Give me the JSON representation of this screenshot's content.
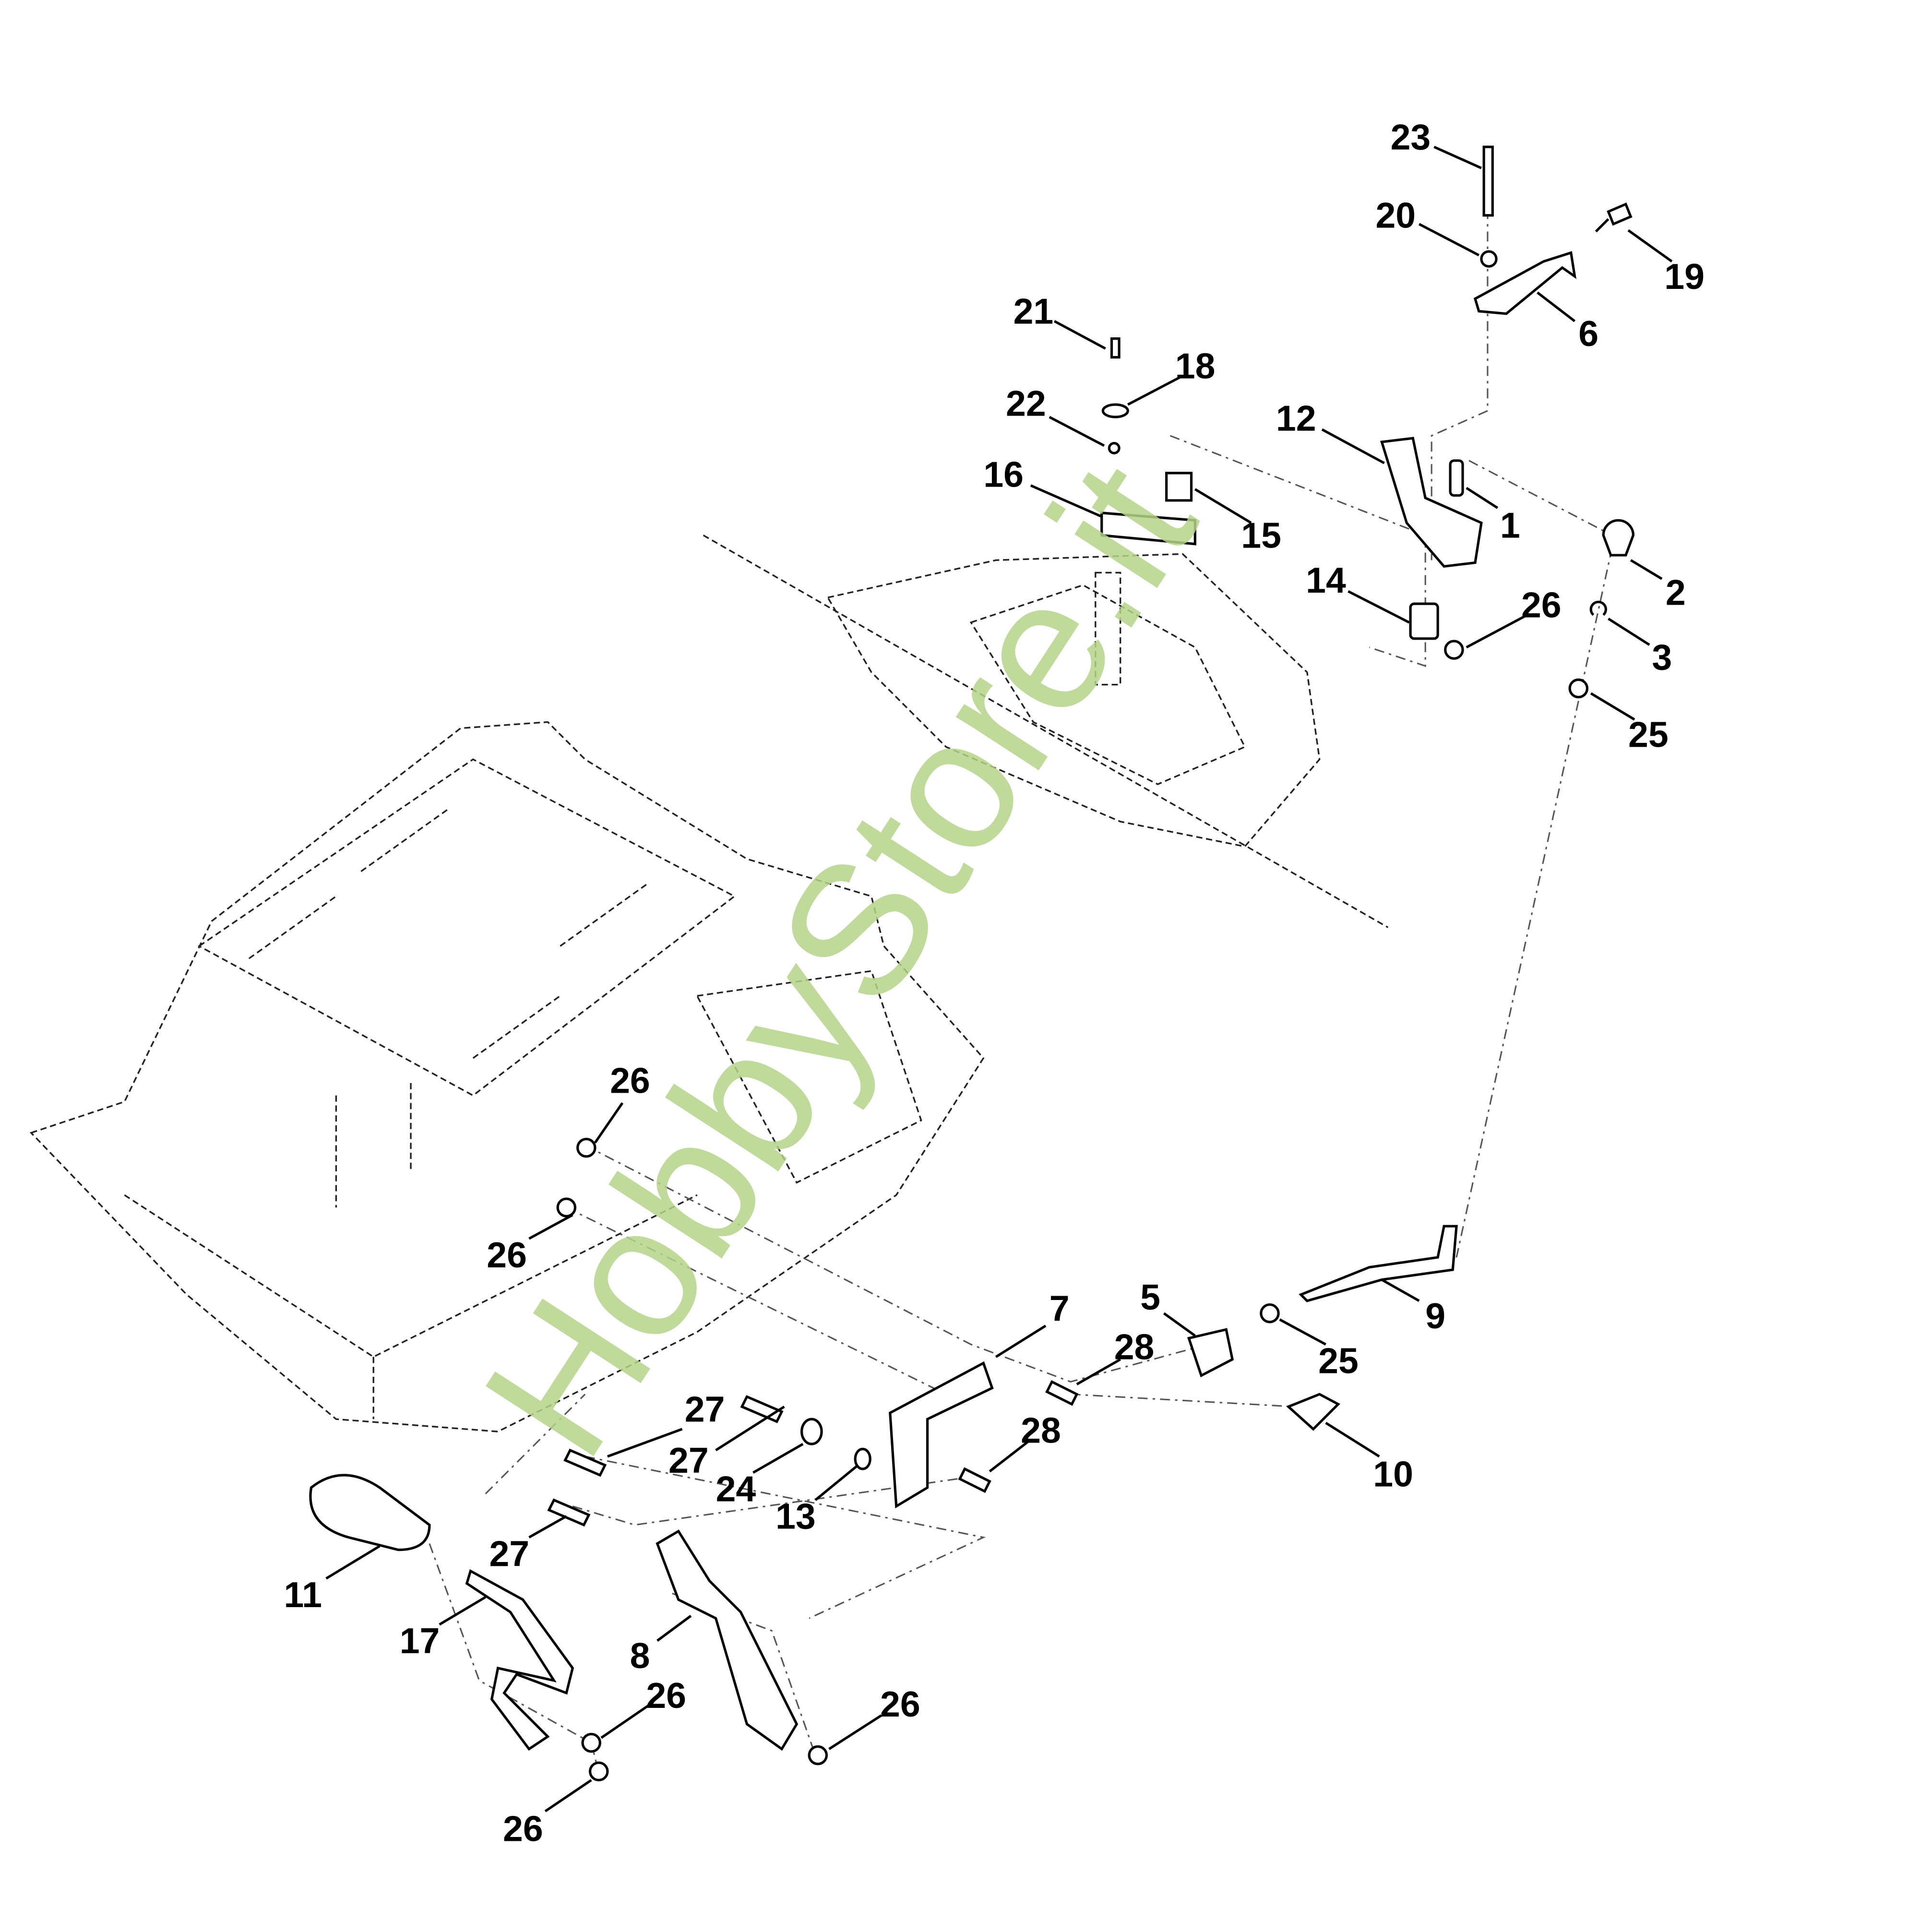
{
  "watermark": "HobbyStore.it",
  "labels": [
    "23",
    "20",
    "19",
    "6",
    "21",
    "18",
    "22",
    "12",
    "16",
    "15",
    "1",
    "2",
    "14",
    "26",
    "3",
    "25",
    "26",
    "26",
    "7",
    "5",
    "28",
    "9",
    "25",
    "28",
    "10",
    "27",
    "27",
    "24",
    "13",
    "11",
    "27",
    "17",
    "8",
    "26",
    "26",
    "26"
  ],
  "colors": {
    "watermark": "#b5d48a",
    "lines": "#000000"
  }
}
